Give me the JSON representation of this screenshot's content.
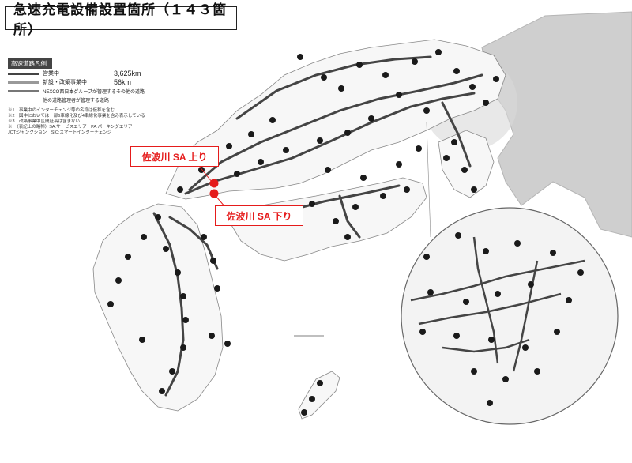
{
  "title": "急速充電設備設置箇所（１４３箇所）",
  "legend": {
    "heading": "高速道路凡例",
    "rows": [
      {
        "label": "営業中",
        "value": "3,625km"
      },
      {
        "label": "新設・改築事業中",
        "value": "56km"
      },
      {
        "label": "NEXCO西日本グループが管理するその他の道路",
        "value": ""
      },
      {
        "label": "他の道路管理者が管理する道路",
        "value": ""
      }
    ],
    "notes": [
      "※1　事業中のインターチェンジ等の名称は仮称を含む",
      "※2　図中においては一部6車線化及び4車線化事業を含み表示している",
      "※3　改築事業中区間延長は含まない",
      "※　（表記上の略称）SA:サービスエリア　PA:パーキングエリア",
      "JCT:ジャンクション　SIC:スマートインターチェンジ"
    ]
  },
  "callouts": {
    "up": "佐波川 SA 上り",
    "down": "佐波川 SA 下り"
  },
  "colors": {
    "accent": "#e51b1b",
    "station": "#1a1a1a",
    "road": "#444444"
  }
}
